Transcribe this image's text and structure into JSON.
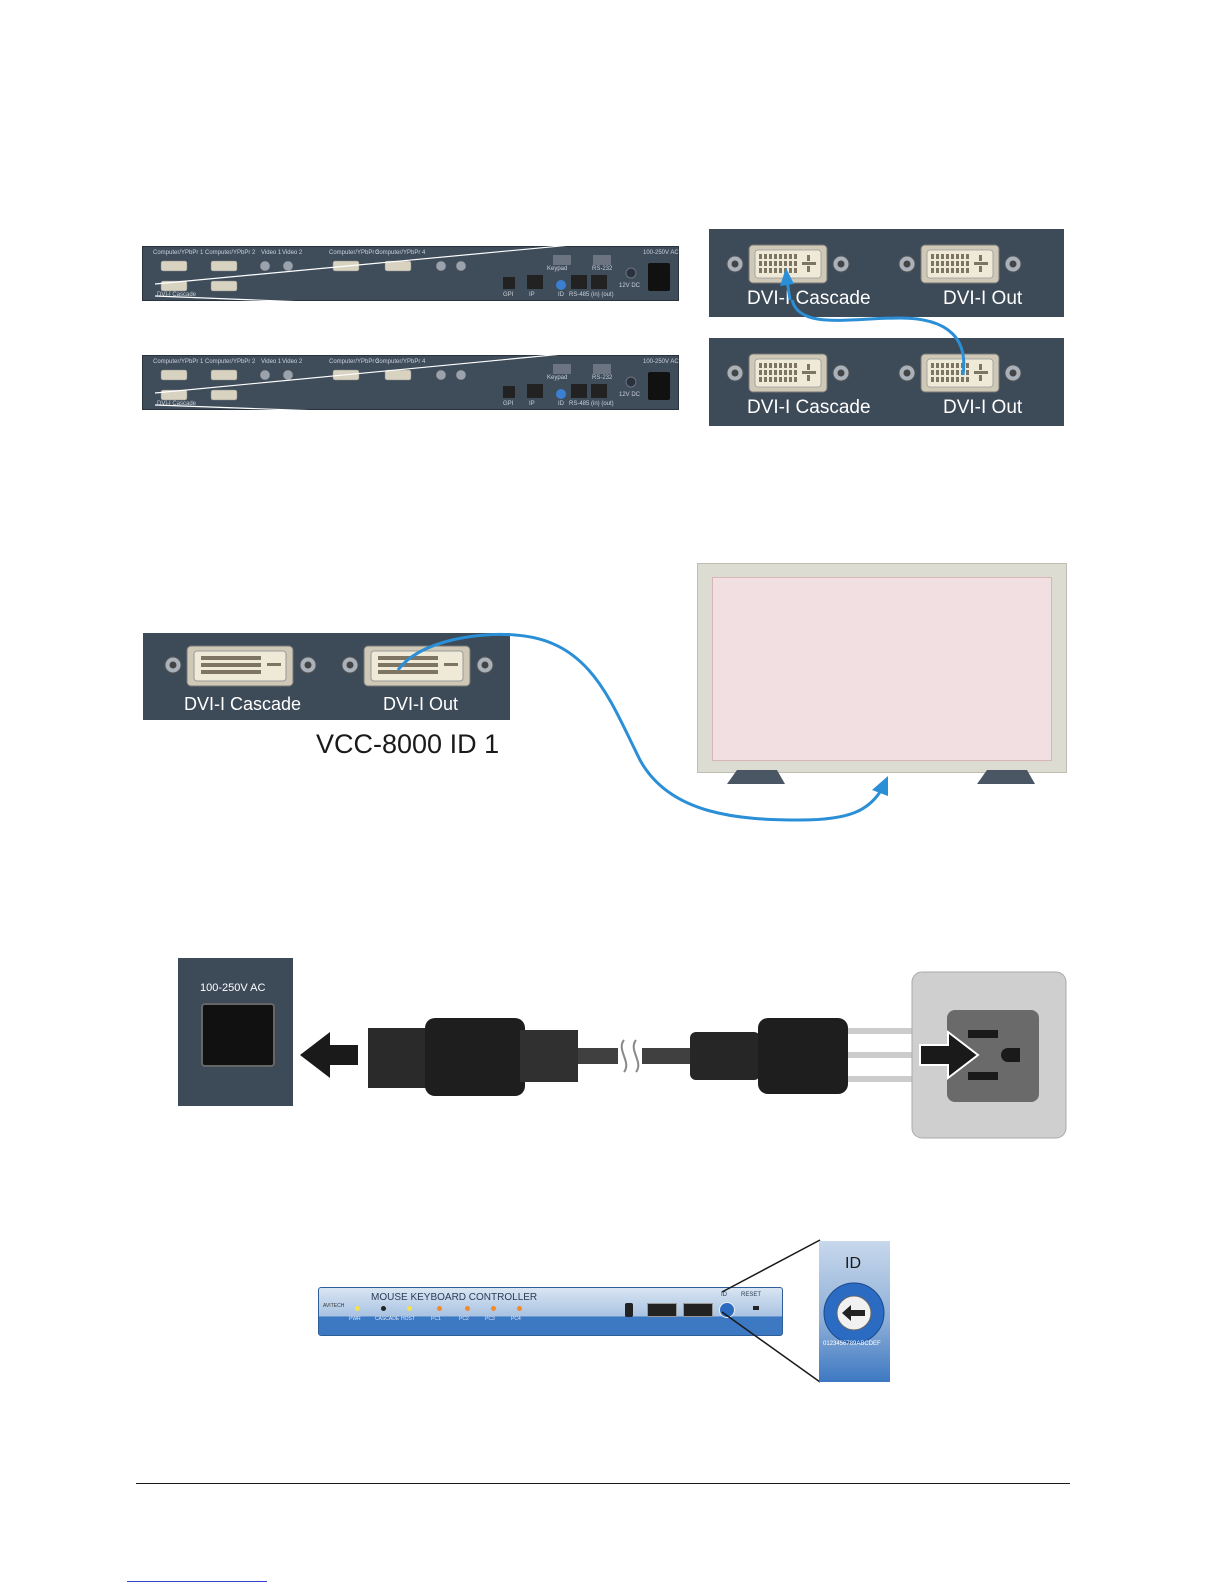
{
  "figure1": {
    "rear_labels": {
      "computer1": "Computer/YPbPr 1",
      "computer2": "Computer/YPbPr 2",
      "video1": "Video 1",
      "video2": "Video 2",
      "computer3": "Computer/YPbPr 3",
      "computer4": "Computer/YPbPr 4",
      "ac": "100-250V AC",
      "dc": "12V DC",
      "gpi": "GPI",
      "ip": "IP",
      "id": "ID",
      "rs485": "RS-485 (in) (out)",
      "dvi_cascade_small": "DVI-I Cascade",
      "keypad": "Keypad",
      "rs232": "RS-232"
    },
    "zoom_top": {
      "left_label": "DVI-I Cascade",
      "right_label": "DVI-I Out"
    },
    "zoom_bottom": {
      "left_label": "DVI-I Cascade",
      "right_label": "DVI-I Out"
    }
  },
  "figure2": {
    "left_label": "DVI-I Cascade",
    "right_label": "DVI-I Out",
    "unit_caption": "VCC-8000 ID 1"
  },
  "figure3": {
    "ac_label": "100-250V AC"
  },
  "figure4": {
    "brand": "AVITECH",
    "title": "MOUSE KEYBOARD CONTROLLER",
    "leds": [
      "PWR",
      "CASCADE",
      "HOST",
      "PC1",
      "PC2",
      "PC3",
      "PC4"
    ],
    "id_label": "ID",
    "reset_label": "RESET",
    "zoom_id_label": "ID",
    "dial_digits": "0123456789ABCDEF"
  },
  "colors": {
    "panel": "#3f4c5a",
    "cable": "#2a8fd6",
    "monitor_screen": "#f1dfe1",
    "controller_blue": "#3d78c2"
  }
}
